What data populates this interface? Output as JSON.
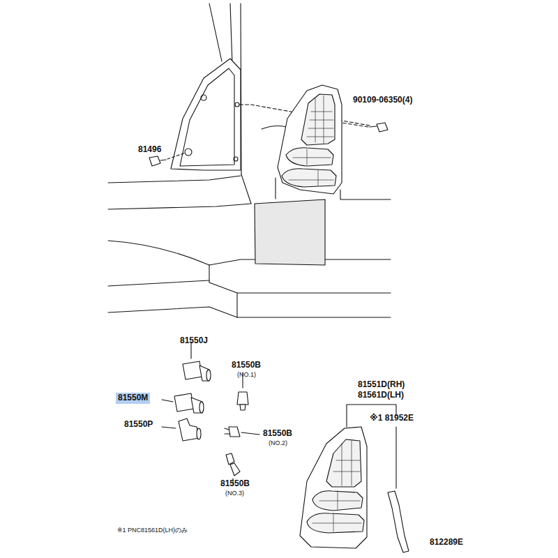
{
  "diagram": {
    "nodes": [
      {
        "text": [
          "81550M"
        ]
      }
    ],
    "labels": [
      "90109-06350(4)",
      "81496",
      "81550J",
      "81550B",
      "(NO.1)",
      "81550P",
      "81550B",
      "(NO.2)",
      "81550B",
      "(NO.3)",
      "81551D(RH)",
      "81561D(LH)",
      "※1 81952E",
      "※1 PNC81561D(LH)のみ",
      "812289E"
    ]
  }
}
